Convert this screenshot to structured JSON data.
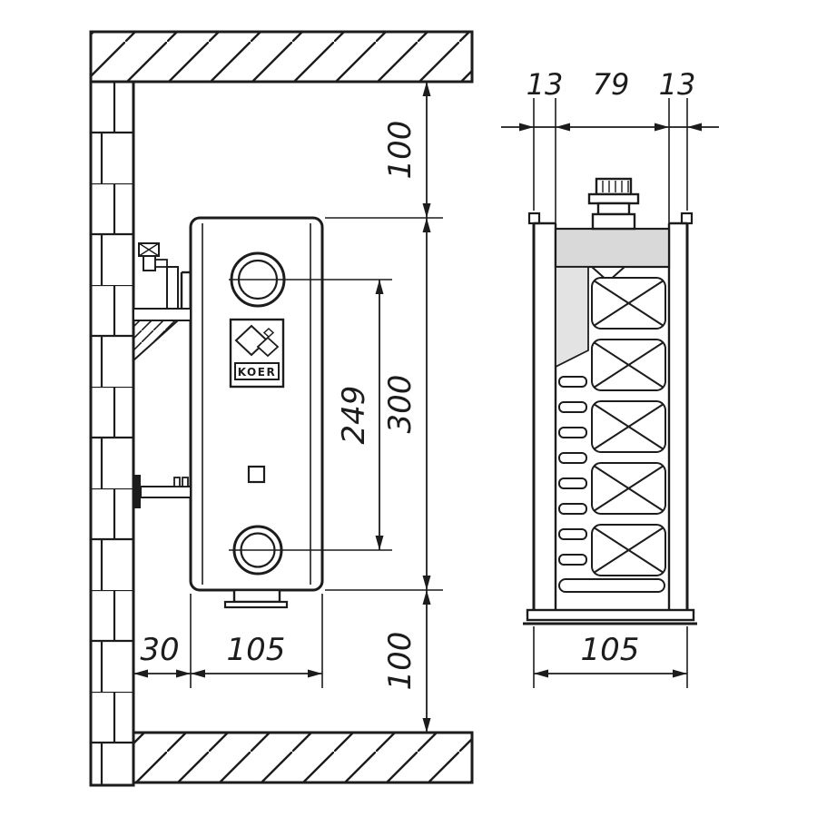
{
  "drawing": {
    "brand": "KOER",
    "side_view": {
      "top_clearance": "100",
      "radiator_height": "300",
      "connection_spacing": "249",
      "bottom_clearance": "100",
      "wall_distance": "30",
      "depth": "105"
    },
    "section_view": {
      "left_panel": "13",
      "core": "79",
      "right_panel": "13",
      "overall_width": "105"
    },
    "colors": {
      "line": "#1c1c1c",
      "shade": "#d9d9d9",
      "background": "#ffffff"
    }
  }
}
